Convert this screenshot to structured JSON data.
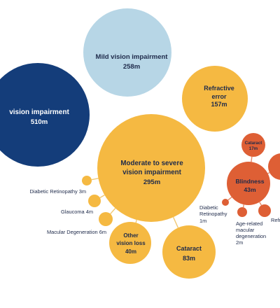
{
  "colors": {
    "navy": "#143d7a",
    "light_blue": "#b7d6e6",
    "amber": "#f5b942",
    "orange": "#de5f35",
    "text_dark": "#1e2a4a",
    "text_white": "#ffffff",
    "connector_amber": "#f0c873",
    "connector_orange": "#e58a6a"
  },
  "chart_data": {
    "type": "bubble",
    "title": "",
    "bubbles": [
      {
        "id": "vision-impairment",
        "label": "vision impairment",
        "value": "510m",
        "color": "navy"
      },
      {
        "id": "mild",
        "label": "Mild vision impairment",
        "value": "258m",
        "color": "light_blue"
      },
      {
        "id": "refractive",
        "label": "Refractive error",
        "value": "157m",
        "color": "amber"
      },
      {
        "id": "moderate",
        "label": "Moderate to severe vision impairment",
        "value": "295m",
        "color": "amber"
      },
      {
        "id": "diabetic-retinopathy",
        "label": "Diabetic Retinopathy 3m",
        "value": "",
        "color": "amber"
      },
      {
        "id": "glaucoma",
        "label": "Glaucoma 4m",
        "value": "",
        "color": "amber"
      },
      {
        "id": "macular",
        "label": "Macular Degeneration 6m",
        "value": "",
        "color": "amber"
      },
      {
        "id": "other",
        "label": "Other vision loss",
        "value": "40m",
        "color": "amber"
      },
      {
        "id": "cataract",
        "label": "Cataract",
        "value": "83m",
        "color": "amber"
      },
      {
        "id": "blindness",
        "label": "Blindness",
        "value": "43m",
        "color": "orange"
      },
      {
        "id": "blind-cataract",
        "label": "Cataract",
        "value": "17m",
        "color": "orange"
      },
      {
        "id": "blind-diabetic",
        "label": "Diabetic Retinopathy",
        "value": "1m",
        "color": "orange"
      },
      {
        "id": "blind-amd",
        "label": "Age-related macular degeneration",
        "value": "2m",
        "color": "orange"
      },
      {
        "id": "blind-refr",
        "label": "Refr",
        "value": "",
        "color": "orange"
      },
      {
        "id": "blind-other",
        "label": "",
        "value": "",
        "color": "orange"
      }
    ]
  }
}
